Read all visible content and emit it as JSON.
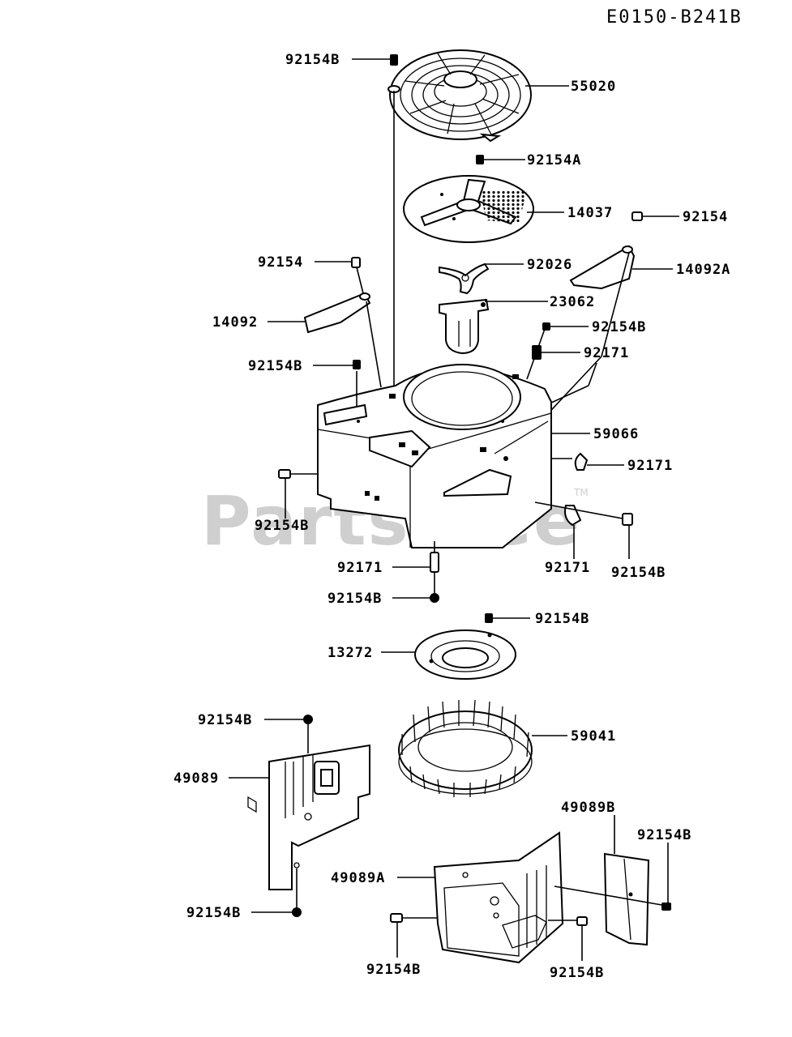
{
  "diagram_code": "E0150-B241B",
  "watermark": "PartsTree",
  "watermark_tm": "TM",
  "labels": {
    "l_92154B_top": "92154B",
    "l_55020": "55020",
    "l_92154A": "92154A",
    "l_14037": "14037",
    "l_92154_right": "92154",
    "l_14092A": "14092A",
    "l_92154_left": "92154",
    "l_92026": "92026",
    "l_14092": "14092",
    "l_23062": "23062",
    "l_92154B_r1": "92154B",
    "l_92171_r1": "92171",
    "l_92154B_l1": "92154B",
    "l_59066": "59066",
    "l_92171_r2": "92171",
    "l_92154B_l2": "92154B",
    "l_92171_c": "92171",
    "l_92171_r3": "92171",
    "l_92154B_r2": "92154B",
    "l_92154B_c": "92154B",
    "l_92154B_r3": "92154B",
    "l_13272": "13272",
    "l_59041": "59041",
    "l_92154B_l3": "92154B",
    "l_49089": "49089",
    "l_49089B": "49089B",
    "l_92154B_r4": "92154B",
    "l_49089A": "49089A",
    "l_92154B_l4": "92154B",
    "l_92154B_b1": "92154B",
    "l_92154B_b2": "92154B"
  }
}
